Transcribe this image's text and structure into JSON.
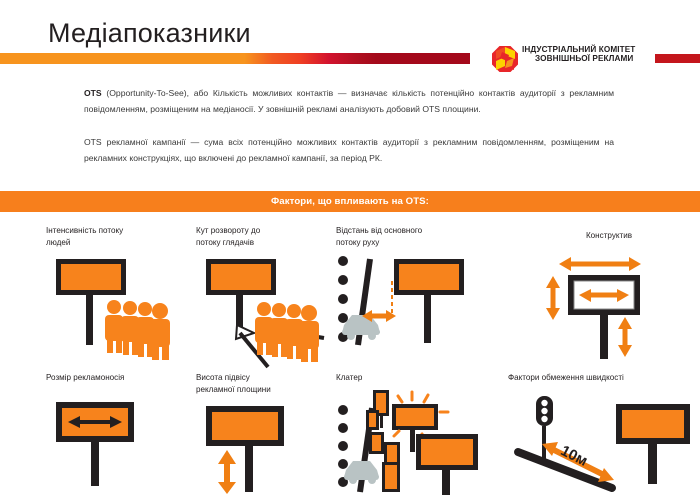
{
  "header": {
    "title": "Медіапоказники",
    "logo": {
      "line1": "ІНДУСТРІАЛЬНИЙ КОМІТЕТ",
      "line2": "ЗОВНІШНЬОЇ РЕКЛАМИ",
      "mark_icon": "pinwheel-octagon-logo-icon"
    },
    "bar_colors": {
      "orange": "#f7941e",
      "red_orange": "#ef3e23",
      "dark_red": "#a4091b",
      "right_block": "#c4161c"
    }
  },
  "body": {
    "paragraph_1_lead": "OTS",
    "paragraph_1_rest": " (Opportunity-To-See), або Кількість можливих контактів — визначає кількість потенційно контактів аудиторії з рекламним повідомленням, розміщеним на медіаносії. У зовнішній рекламі аналізують добовий OTS площини.",
    "paragraph_2": "OTS рекламної кампанії — сума всіх потенційно можливих контактів аудиторії з рекламним повідомленням, розміщеним на рекламних конструкціях, що включені до рекламної кампанії, за період РК."
  },
  "band": {
    "label": "Фактори, що впливають на OTS:",
    "color": "#f77f1c"
  },
  "factors": [
    {
      "id": "f1",
      "caption_line1": "Інтенсивність потоку",
      "caption_line2": "людей",
      "icon": "billboard-with-crowd-icon"
    },
    {
      "id": "f2",
      "caption_line1": "Кут розвороту до",
      "caption_line2": "потоку глядачів",
      "icon": "billboard-viewing-angle-icon"
    },
    {
      "id": "f3",
      "caption_line1": "Відстань від основного",
      "caption_line2": "потоку руху",
      "icon": "billboard-distance-from-road-icon"
    },
    {
      "id": "f4",
      "caption_line1": "Конструктив",
      "caption_line2": "",
      "icon": "billboard-dimensions-icon"
    },
    {
      "id": "f5",
      "caption_line1": "Розмір рекламоносія",
      "caption_line2": "",
      "icon": "billboard-width-arrow-icon"
    },
    {
      "id": "f6",
      "caption_line1": "Висота підвісу",
      "caption_line2": "рекламної площини",
      "icon": "billboard-mount-height-icon"
    },
    {
      "id": "f7",
      "caption_line1": "Клатер",
      "caption_line2": "",
      "icon": "billboard-clutter-icon"
    },
    {
      "id": "f8",
      "caption_line1": "Фактори обмеження швидкості",
      "caption_line2": "",
      "icon": "traffic-light-speed-limit-icon"
    }
  ],
  "annotations": {
    "distance_label": "10м"
  },
  "palette": {
    "orange": "#f7831c",
    "orange_arrow": "#f07f13",
    "ink": "#231f20",
    "car_gray": "#b9c3c4",
    "white": "#ffffff"
  }
}
